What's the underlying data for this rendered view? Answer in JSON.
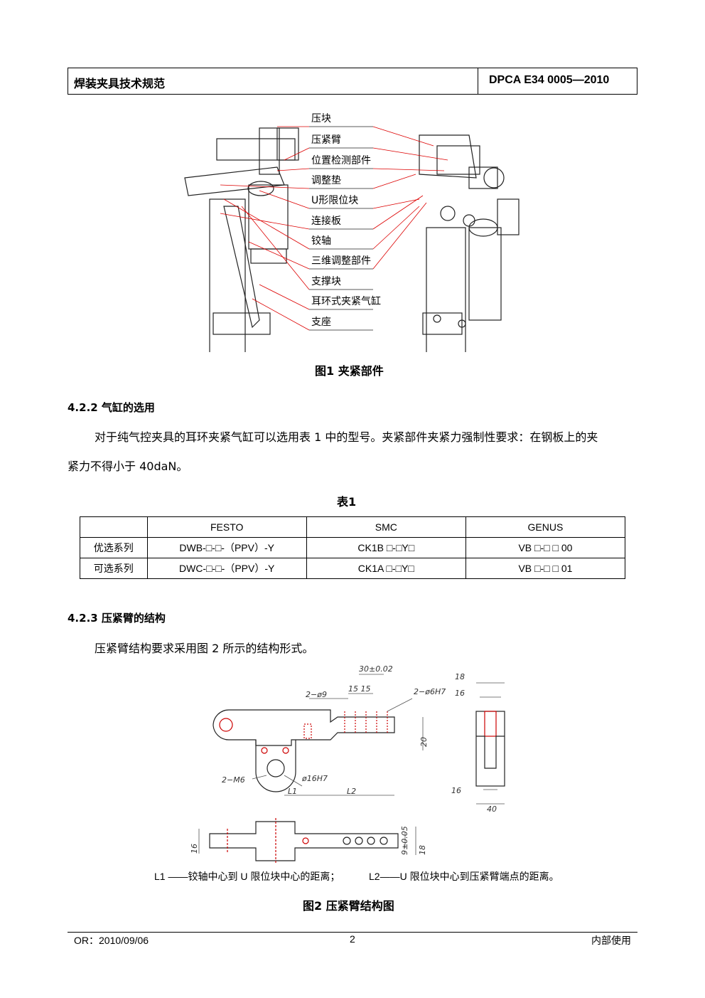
{
  "header": {
    "title": "焊装夹具技术规范",
    "code": "DPCA  E34  0005—2010"
  },
  "figure1": {
    "labels": [
      "压块",
      "压紧臂",
      "位置检测部件",
      "调整垫",
      "U形限位块",
      "连接板",
      "铰轴",
      "三维调整部件",
      "支撑块",
      "耳环式夹紧气缸",
      "支座"
    ],
    "caption": "图1     夹紧部件"
  },
  "section_422": {
    "title": "4.2.2   气缸的选用",
    "para_line1": "对于纯气控夹具的耳环夹紧气缸可以选用表 1 中的型号。夹紧部件夹紧力强制性要求：在钢板上的夹",
    "para_line2": "紧力不得小于 40daN。"
  },
  "table1": {
    "caption": "表1",
    "headers": [
      "",
      "FESTO",
      "SMC",
      "GENUS"
    ],
    "rows": [
      [
        "优选系列",
        "DWB-□-□-（PPV）-Y",
        "CK1B □-□Y□",
        "VB □-□ □ 00"
      ],
      [
        "可选系列",
        "DWC-□-□-（PPV）-Y",
        "CK1A □-□Y□",
        "VB □-□ □ 01"
      ]
    ]
  },
  "section_423": {
    "title": "4.2.3   压紧臂的结构",
    "para": "压紧臂结构要求采用图 2 所示的结构形式。"
  },
  "figure2": {
    "dims": {
      "d30": "30±0.02",
      "d1515": "15 15",
      "d2phi9": "2−ø9",
      "d2phi6": "2−ø6H7",
      "d18a": "18",
      "d16a": "16",
      "d20": "20",
      "d2m6": "2−M6",
      "dphi16": "ø16H7",
      "dL1": "L1",
      "dL2": "L2",
      "d16b": "16",
      "d40": "40",
      "d16c": "16",
      "d9": "9±0.05",
      "d18b": "18"
    },
    "note_l1": "L1 ——铰轴中心到 U 限位块中心的距离；",
    "note_l2": "L2——U 限位块中心到压紧臂端点的距离。",
    "caption": "图2     压紧臂结构图"
  },
  "footer": {
    "left": "OR：2010/09/06",
    "center": "2",
    "right": "内部使用"
  }
}
